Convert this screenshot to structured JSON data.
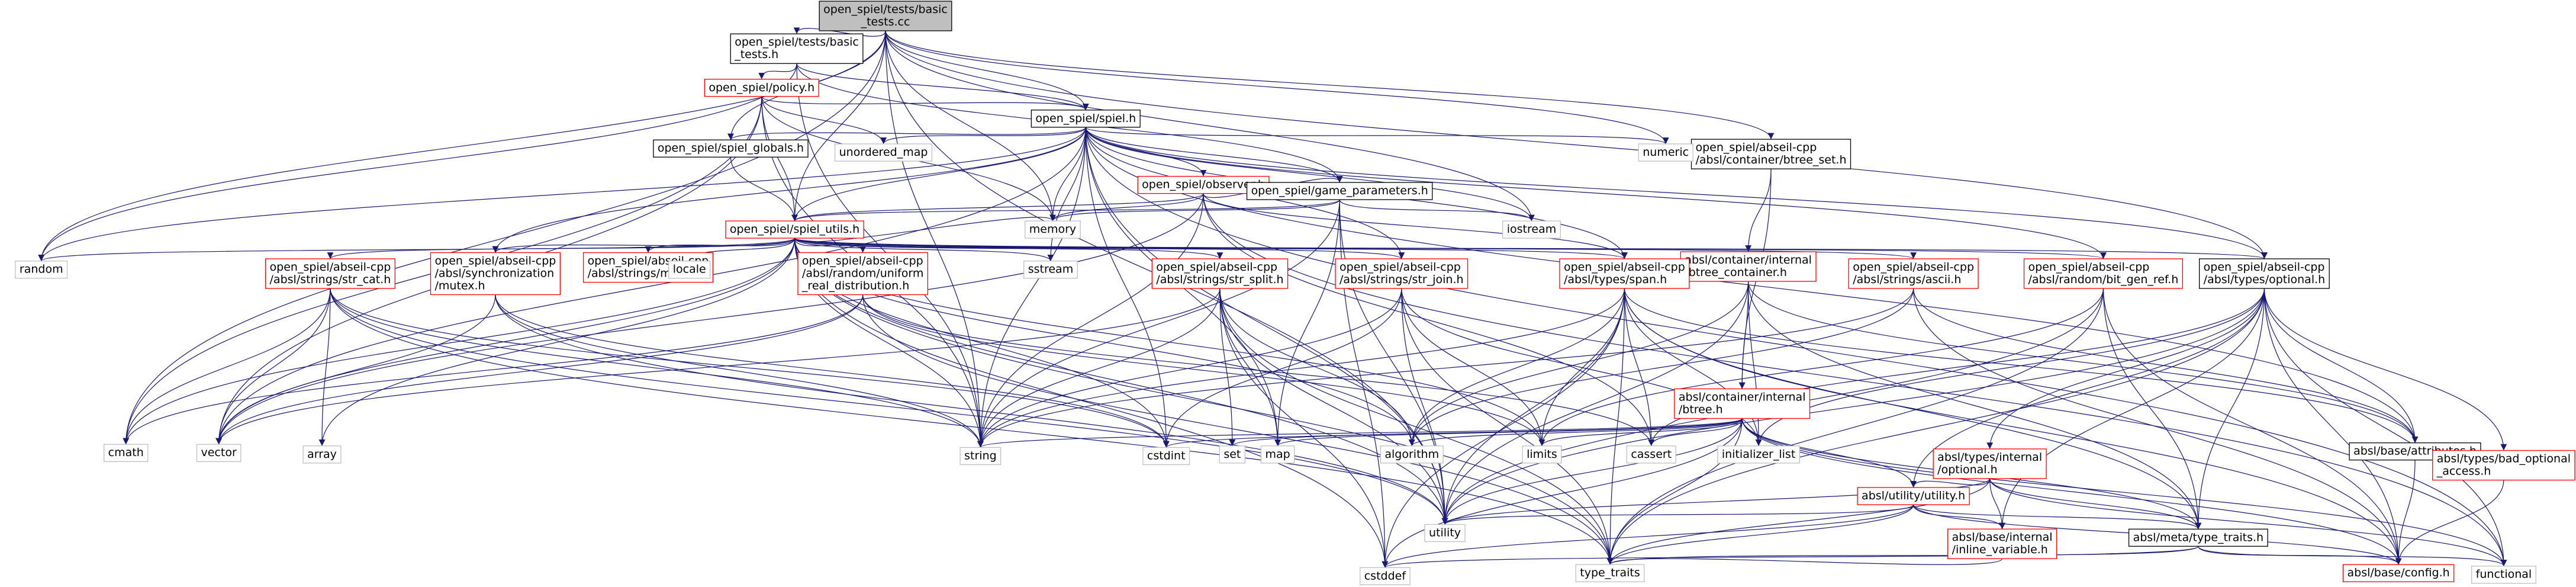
{
  "chart_data": {
    "type": "diagram",
    "title": "",
    "colors": {
      "edge": "#191970",
      "node_border_default": "#000000",
      "node_border_red": "#ff0000",
      "root_fill": "#bfbfbf",
      "node_fill": "#ffffff"
    },
    "nodes": [
      {
        "id": "root",
        "label": "open_spiel/tests/basic\n_tests.cc",
        "style": "root"
      },
      {
        "id": "basic_tests_h",
        "label": "open_spiel/tests/basic\n_tests.h",
        "style": "black"
      },
      {
        "id": "policy_h",
        "label": "open_spiel/policy.h",
        "style": "red"
      },
      {
        "id": "spiel_h",
        "label": "open_spiel/spiel.h",
        "style": "black"
      },
      {
        "id": "spiel_globals_h",
        "label": "open_spiel/spiel_globals.h",
        "style": "black"
      },
      {
        "id": "observer_h",
        "label": "open_spiel/observer.h",
        "style": "red"
      },
      {
        "id": "game_parameters_h",
        "label": "open_spiel/game_parameters.h",
        "style": "black"
      },
      {
        "id": "spiel_utils_h",
        "label": "open_spiel/spiel_utils.h",
        "style": "red"
      },
      {
        "id": "btree_set_h",
        "label": "open_spiel/abseil-cpp\n/absl/container/btree_set.h",
        "style": "black"
      },
      {
        "id": "btree_container_h",
        "label": "absl/container/internal\n/btree_container.h",
        "style": "red"
      },
      {
        "id": "btree_h",
        "label": "absl/container/internal\n/btree.h",
        "style": "red"
      },
      {
        "id": "str_cat_h",
        "label": "open_spiel/abseil-cpp\n/absl/strings/str_cat.h",
        "style": "red"
      },
      {
        "id": "mutex_h",
        "label": "open_spiel/abseil-cpp\n/absl/synchronization\n/mutex.h",
        "style": "red"
      },
      {
        "id": "match_h",
        "label": "open_spiel/abseil-cpp\n/absl/strings/match.h",
        "style": "red"
      },
      {
        "id": "uniform_h",
        "label": "open_spiel/abseil-cpp\n/absl/random/uniform\n_real_distribution.h",
        "style": "red"
      },
      {
        "id": "str_split_h",
        "label": "open_spiel/abseil-cpp\n/absl/strings/str_split.h",
        "style": "red"
      },
      {
        "id": "str_join_h",
        "label": "open_spiel/abseil-cpp\n/absl/strings/str_join.h",
        "style": "red"
      },
      {
        "id": "span_h",
        "label": "open_spiel/abseil-cpp\n/absl/types/span.h",
        "style": "red"
      },
      {
        "id": "ascii_h",
        "label": "open_spiel/abseil-cpp\n/absl/strings/ascii.h",
        "style": "red"
      },
      {
        "id": "bit_gen_ref_h",
        "label": "open_spiel/abseil-cpp\n/absl/random/bit_gen_ref.h",
        "style": "red"
      },
      {
        "id": "optional_h",
        "label": "open_spiel/abseil-cpp\n/absl/types/optional.h",
        "style": "black"
      },
      {
        "id": "internal_optional_h",
        "label": "absl/types/internal\n/optional.h",
        "style": "red"
      },
      {
        "id": "utility_h",
        "label": "absl/utility/utility.h",
        "style": "red"
      },
      {
        "id": "inline_variable_h",
        "label": "absl/base/internal\n/inline_variable.h",
        "style": "red"
      },
      {
        "id": "type_traits_h",
        "label": "absl/meta/type_traits.h",
        "style": "black"
      },
      {
        "id": "attributes_h",
        "label": "absl/base/attributes.h",
        "style": "black"
      },
      {
        "id": "bad_optional_h",
        "label": "absl/types/bad_optional\n_access.h",
        "style": "red"
      },
      {
        "id": "config_h",
        "label": "absl/base/config.h",
        "style": "red"
      },
      {
        "id": "random",
        "label": "random",
        "style": "gray"
      },
      {
        "id": "cmath",
        "label": "cmath",
        "style": "gray"
      },
      {
        "id": "vector",
        "label": "vector",
        "style": "gray"
      },
      {
        "id": "array",
        "label": "array",
        "style": "gray"
      },
      {
        "id": "locale",
        "label": "locale",
        "style": "gray"
      },
      {
        "id": "string",
        "label": "string",
        "style": "gray"
      },
      {
        "id": "cstdint",
        "label": "cstdint",
        "style": "gray"
      },
      {
        "id": "sstream",
        "label": "sstream",
        "style": "gray"
      },
      {
        "id": "set",
        "label": "set",
        "style": "gray"
      },
      {
        "id": "map",
        "label": "map",
        "style": "gray"
      },
      {
        "id": "algorithm",
        "label": "algorithm",
        "style": "gray"
      },
      {
        "id": "limits",
        "label": "limits",
        "style": "gray"
      },
      {
        "id": "cassert",
        "label": "cassert",
        "style": "gray"
      },
      {
        "id": "initializer_list",
        "label": "initializer_list",
        "style": "gray"
      },
      {
        "id": "unordered_map",
        "label": "unordered_map",
        "style": "gray"
      },
      {
        "id": "numeric",
        "label": "numeric",
        "style": "gray"
      },
      {
        "id": "memory",
        "label": "memory",
        "style": "gray"
      },
      {
        "id": "iostream",
        "label": "iostream",
        "style": "gray"
      },
      {
        "id": "utility",
        "label": "utility",
        "style": "gray"
      },
      {
        "id": "cstddef",
        "label": "cstddef",
        "style": "gray"
      },
      {
        "id": "type_traits",
        "label": "type_traits",
        "style": "gray"
      },
      {
        "id": "functional",
        "label": "functional",
        "style": "gray"
      }
    ],
    "edges": [
      [
        "root",
        "basic_tests_h"
      ],
      [
        "root",
        "spiel_h"
      ],
      [
        "root",
        "spiel_globals_h"
      ],
      [
        "root",
        "spiel_utils_h"
      ],
      [
        "root",
        "btree_set_h"
      ],
      [
        "root",
        "optional_h"
      ],
      [
        "root",
        "random"
      ],
      [
        "root",
        "cmath"
      ],
      [
        "root",
        "string"
      ],
      [
        "root",
        "memory"
      ],
      [
        "root",
        "numeric"
      ],
      [
        "root",
        "iostream"
      ],
      [
        "root",
        "utility"
      ],
      [
        "basic_tests_h",
        "policy_h"
      ],
      [
        "basic_tests_h",
        "spiel_h"
      ],
      [
        "basic_tests_h",
        "game_parameters_h"
      ],
      [
        "basic_tests_h",
        "random"
      ],
      [
        "basic_tests_h",
        "string"
      ],
      [
        "policy_h",
        "spiel_h"
      ],
      [
        "policy_h",
        "spiel_utils_h"
      ],
      [
        "policy_h",
        "memory"
      ],
      [
        "policy_h",
        "unordered_map"
      ],
      [
        "policy_h",
        "vector"
      ],
      [
        "policy_h",
        "cmath"
      ],
      [
        "policy_h",
        "string"
      ],
      [
        "spiel_h",
        "spiel_globals_h"
      ],
      [
        "spiel_h",
        "observer_h"
      ],
      [
        "spiel_h",
        "game_parameters_h"
      ],
      [
        "spiel_h",
        "spiel_utils_h"
      ],
      [
        "spiel_h",
        "span_h"
      ],
      [
        "spiel_h",
        "optional_h"
      ],
      [
        "spiel_h",
        "str_join_h"
      ],
      [
        "spiel_h",
        "mutex_h"
      ],
      [
        "spiel_h",
        "bit_gen_ref_h"
      ],
      [
        "spiel_h",
        "unordered_map"
      ],
      [
        "spiel_h",
        "numeric"
      ],
      [
        "spiel_h",
        "memory"
      ],
      [
        "spiel_h",
        "iostream"
      ],
      [
        "spiel_h",
        "string"
      ],
      [
        "spiel_h",
        "vector"
      ],
      [
        "spiel_h",
        "random"
      ],
      [
        "spiel_h",
        "sstream"
      ],
      [
        "spiel_h",
        "map"
      ],
      [
        "spiel_h",
        "functional"
      ],
      [
        "spiel_h",
        "cstdint"
      ],
      [
        "spiel_h",
        "utility"
      ],
      [
        "spiel_h",
        "attributes_h"
      ],
      [
        "spiel_globals_h",
        "spiel_utils_h"
      ],
      [
        "observer_h",
        "game_parameters_h"
      ],
      [
        "observer_h",
        "spiel_utils_h"
      ],
      [
        "observer_h",
        "span_h"
      ],
      [
        "observer_h",
        "memory"
      ],
      [
        "observer_h",
        "string"
      ],
      [
        "observer_h",
        "vector"
      ],
      [
        "observer_h",
        "functional"
      ],
      [
        "observer_h",
        "cassert"
      ],
      [
        "game_parameters_h",
        "spiel_utils_h"
      ],
      [
        "game_parameters_h",
        "memory"
      ],
      [
        "game_parameters_h",
        "iostream"
      ],
      [
        "game_parameters_h",
        "map"
      ],
      [
        "game_parameters_h",
        "string"
      ],
      [
        "game_parameters_h",
        "utility"
      ],
      [
        "game_parameters_h",
        "cstddef"
      ],
      [
        "spiel_utils_h",
        "str_cat_h"
      ],
      [
        "spiel_utils_h",
        "mutex_h"
      ],
      [
        "spiel_utils_h",
        "match_h"
      ],
      [
        "spiel_utils_h",
        "uniform_h"
      ],
      [
        "spiel_utils_h",
        "str_split_h"
      ],
      [
        "spiel_utils_h",
        "str_join_h"
      ],
      [
        "spiel_utils_h",
        "span_h"
      ],
      [
        "spiel_utils_h",
        "ascii_h"
      ],
      [
        "spiel_utils_h",
        "bit_gen_ref_h"
      ],
      [
        "spiel_utils_h",
        "optional_h"
      ],
      [
        "spiel_utils_h",
        "random"
      ],
      [
        "spiel_utils_h",
        "cmath"
      ],
      [
        "spiel_utils_h",
        "vector"
      ],
      [
        "spiel_utils_h",
        "array"
      ],
      [
        "spiel_utils_h",
        "locale"
      ],
      [
        "spiel_utils_h",
        "string"
      ],
      [
        "spiel_utils_h",
        "cstdint"
      ],
      [
        "spiel_utils_h",
        "sstream"
      ],
      [
        "spiel_utils_h",
        "algorithm"
      ],
      [
        "spiel_utils_h",
        "limits"
      ],
      [
        "spiel_utils_h",
        "utility"
      ],
      [
        "spiel_utils_h",
        "type_traits"
      ],
      [
        "spiel_utils_h",
        "cstddef"
      ],
      [
        "spiel_utils_h",
        "memory"
      ],
      [
        "btree_set_h",
        "btree_container_h"
      ],
      [
        "btree_set_h",
        "btree_h"
      ],
      [
        "btree_container_h",
        "btree_h"
      ],
      [
        "btree_container_h",
        "algorithm"
      ],
      [
        "btree_container_h",
        "initializer_list"
      ],
      [
        "btree_container_h",
        "type_traits_h"
      ],
      [
        "btree_container_h",
        "attributes_h"
      ],
      [
        "btree_container_h",
        "utility"
      ],
      [
        "btree_h",
        "utility_h"
      ],
      [
        "btree_h",
        "type_traits_h"
      ],
      [
        "btree_h",
        "algorithm"
      ],
      [
        "btree_h",
        "cassert"
      ],
      [
        "btree_h",
        "cstddef"
      ],
      [
        "btree_h",
        "cstdint"
      ],
      [
        "btree_h",
        "string"
      ],
      [
        "btree_h",
        "limits"
      ],
      [
        "btree_h",
        "utility"
      ],
      [
        "btree_h",
        "type_traits"
      ],
      [
        "btree_h",
        "functional"
      ],
      [
        "btree_h",
        "config_h"
      ],
      [
        "btree_h",
        "map"
      ],
      [
        "btree_h",
        "set"
      ],
      [
        "str_cat_h",
        "array"
      ],
      [
        "str_cat_h",
        "cstdint"
      ],
      [
        "str_cat_h",
        "string"
      ],
      [
        "str_cat_h",
        "type_traits"
      ],
      [
        "str_cat_h",
        "vector"
      ],
      [
        "str_cat_h",
        "utility"
      ],
      [
        "str_cat_h",
        "cmath"
      ],
      [
        "mutex_h",
        "cstdint"
      ],
      [
        "mutex_h",
        "string"
      ],
      [
        "mutex_h",
        "utility"
      ],
      [
        "mutex_h",
        "vector"
      ],
      [
        "uniform_h",
        "cassert"
      ],
      [
        "uniform_h",
        "cmath"
      ],
      [
        "uniform_h",
        "limits"
      ],
      [
        "uniform_h",
        "type_traits"
      ],
      [
        "uniform_h",
        "vector"
      ],
      [
        "str_split_h",
        "algorithm"
      ],
      [
        "str_split_h",
        "cstddef"
      ],
      [
        "str_split_h",
        "map"
      ],
      [
        "str_split_h",
        "set"
      ],
      [
        "str_split_h",
        "string"
      ],
      [
        "str_split_h",
        "utility"
      ],
      [
        "str_split_h",
        "vector"
      ],
      [
        "str_split_h",
        "type_traits"
      ],
      [
        "str_join_h",
        "cstdint"
      ],
      [
        "str_join_h",
        "string"
      ],
      [
        "str_join_h",
        "utility"
      ],
      [
        "str_join_h",
        "type_traits"
      ],
      [
        "str_join_h",
        "initializer_list"
      ],
      [
        "str_join_h",
        "limits"
      ],
      [
        "span_h",
        "algorithm"
      ],
      [
        "span_h",
        "cassert"
      ],
      [
        "span_h",
        "cstddef"
      ],
      [
        "span_h",
        "initializer_list"
      ],
      [
        "span_h",
        "limits"
      ],
      [
        "span_h",
        "string"
      ],
      [
        "span_h",
        "type_traits"
      ],
      [
        "span_h",
        "utility"
      ],
      [
        "span_h",
        "type_traits_h"
      ],
      [
        "span_h",
        "config_h"
      ],
      [
        "span_h",
        "attributes_h"
      ],
      [
        "ascii_h",
        "algorithm"
      ],
      [
        "ascii_h",
        "string"
      ],
      [
        "ascii_h",
        "attributes_h"
      ],
      [
        "ascii_h",
        "config_h"
      ],
      [
        "bit_gen_ref_h",
        "limits"
      ],
      [
        "bit_gen_ref_h",
        "type_traits"
      ],
      [
        "bit_gen_ref_h",
        "utility"
      ],
      [
        "bit_gen_ref_h",
        "type_traits_h"
      ],
      [
        "bit_gen_ref_h",
        "config_h"
      ],
      [
        "optional_h",
        "internal_optional_h"
      ],
      [
        "optional_h",
        "utility_h"
      ],
      [
        "optional_h",
        "inline_variable_h"
      ],
      [
        "optional_h",
        "type_traits_h"
      ],
      [
        "optional_h",
        "attributes_h"
      ],
      [
        "optional_h",
        "bad_optional_h"
      ],
      [
        "optional_h",
        "config_h"
      ],
      [
        "optional_h",
        "functional"
      ],
      [
        "optional_h",
        "initializer_list"
      ],
      [
        "optional_h",
        "type_traits"
      ],
      [
        "optional_h",
        "utility"
      ],
      [
        "optional_h",
        "cassert"
      ],
      [
        "internal_optional_h",
        "utility_h"
      ],
      [
        "internal_optional_h",
        "inline_variable_h"
      ],
      [
        "internal_optional_h",
        "type_traits_h"
      ],
      [
        "internal_optional_h",
        "functional"
      ],
      [
        "internal_optional_h",
        "type_traits"
      ],
      [
        "internal_optional_h",
        "utility"
      ],
      [
        "utility_h",
        "inline_variable_h"
      ],
      [
        "utility_h",
        "type_traits_h"
      ],
      [
        "utility_h",
        "config_h"
      ],
      [
        "utility_h",
        "cstddef"
      ],
      [
        "utility_h",
        "type_traits"
      ],
      [
        "utility_h",
        "utility"
      ],
      [
        "inline_variable_h",
        "type_traits"
      ],
      [
        "type_traits_h",
        "config_h"
      ],
      [
        "type_traits_h",
        "cstddef"
      ],
      [
        "type_traits_h",
        "functional"
      ],
      [
        "type_traits_h",
        "type_traits"
      ],
      [
        "attributes_h",
        "config_h"
      ],
      [
        "bad_optional_h",
        "config_h"
      ]
    ]
  }
}
